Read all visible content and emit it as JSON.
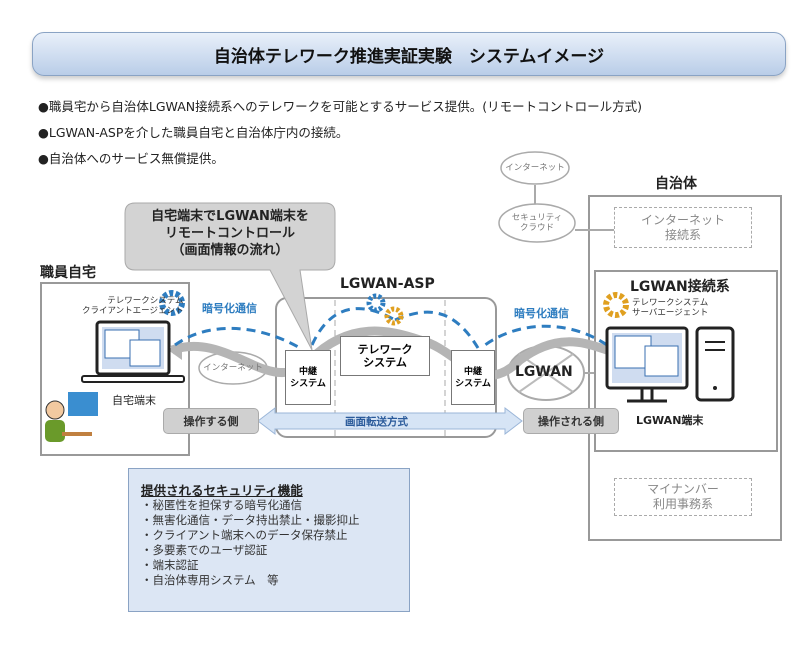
{
  "title": "自治体テレワーク推進実証実験　システムイメージ",
  "bullets": [
    "●職員宅から自治体LGWAN接続系へのテレワークを可能とするサービス提供。(リモートコントロール方式)",
    "●LGWAN-ASPを介した職員自宅と自治体庁内の接続。",
    "●自治体へのサービス無償提供。"
  ],
  "callout": {
    "line1": "自宅端末でLGWAN端末を",
    "line2": "リモートコントロール",
    "line3": "（画面情報の流れ）"
  },
  "home": {
    "label": "職員自宅",
    "agent1": "テレワークシステム",
    "agent2": "クライアントエージェント",
    "terminal": "自宅端末",
    "side": "操作する側"
  },
  "internet": "インターネット",
  "security_cloud": {
    "line1": "セキュリティ",
    "line2": "クラウド"
  },
  "encrypted": "暗号化通信",
  "asp": {
    "label": "LGWAN-ASP",
    "relay1": "中継",
    "relay2": "システム",
    "telework1": "テレワーク",
    "telework2": "システム",
    "transfer": "画面転送方式"
  },
  "lgwan": "LGWAN",
  "municipality": {
    "label": "自治体",
    "internet_sys1": "インターネット",
    "internet_sys2": "接続系",
    "lgwan_sys": "LGWAN接続系",
    "agent1": "テレワークシステム",
    "agent2": "サーバエージェント",
    "terminal": "LGWAN端末",
    "side": "操作される側",
    "mynumber1": "マイナンバー",
    "mynumber2": "利用事務系"
  },
  "security": {
    "title": "提供されるセキュリティ機能",
    "items": [
      "・秘匿性を担保する暗号化通信",
      "・無害化通信・データ持出禁止・撮影抑止",
      "・クライアント端末へのデータ保存禁止",
      "・多要素でのユーザ認証",
      "・端末認証",
      "・自治体専用システム　等"
    ]
  },
  "colors": {
    "accent_blue": "#2e7dc0",
    "gear_blue": "#2e7dc0",
    "gear_orange": "#e0a020"
  }
}
